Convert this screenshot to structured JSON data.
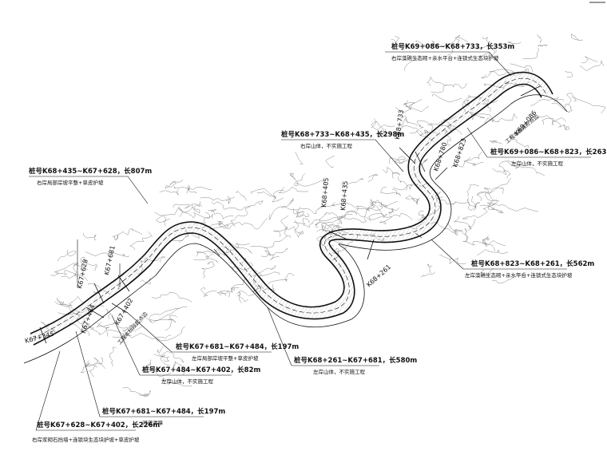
{
  "stakes": [
    {
      "key": "s1",
      "main": "桩号K69+086~K68+733，长353m",
      "sub": "右岸藻礁生态砌+亲水平台+连锁式生态块护坡"
    },
    {
      "key": "s2",
      "main": "桩号K68+733~K68+435，长298m",
      "sub": "右岸山体，不实施工程"
    },
    {
      "key": "s3",
      "main": "桩号K69+086~K68+823，长263m",
      "sub": "左岸山体，不实施工程"
    },
    {
      "key": "s4",
      "main": "桩号K68+435~K67+628，长807m",
      "sub": "右岸局部岸坡平整+草皮护坡"
    },
    {
      "key": "s5",
      "main": "桩号K68+823~K68+261，长562m",
      "sub": "左岸藻礁生态砌+亲水平台+连锁式生态块护坡"
    },
    {
      "key": "s6",
      "main": "桩号K67+681~K67+484，长197m",
      "sub": "左岸局部岸坡平整+草皮护坡"
    },
    {
      "key": "s7",
      "main": "桩号K68+261~K67+681，长580m",
      "sub": "左岸山体，不实施工程"
    },
    {
      "key": "s8",
      "main": "桩号K67+484~K67+402，长82m",
      "sub": "左岸山体，不实施工程"
    },
    {
      "key": "s9",
      "main": "桩号K67+681~K67+484，长197m",
      "sub": "河道清障"
    },
    {
      "key": "s10",
      "main": "桩号K67+628~K67+402，长226m",
      "sub": "右岸浆砌石挡墙+连锁块生态块护坡+草皮护坡"
    }
  ],
  "stations": [
    {
      "key": "k69086",
      "text": "K69+086"
    },
    {
      "key": "k68733",
      "text": "K68+733"
    },
    {
      "key": "k68823",
      "text": "K68+823"
    },
    {
      "key": "k68780",
      "text": "K68+780"
    },
    {
      "key": "k68435",
      "text": "K68+435"
    },
    {
      "key": "k68405",
      "text": "K68+405"
    },
    {
      "key": "k68261",
      "text": "K68+261"
    },
    {
      "key": "k67628",
      "text": "K67+628"
    },
    {
      "key": "k67681",
      "text": "K67+681"
    },
    {
      "key": "k67484",
      "text": "K67+484"
    },
    {
      "key": "k67402",
      "text": "K67+402"
    },
    {
      "key": "k67345",
      "text": "K67+345"
    }
  ],
  "notes": {
    "left_bank_note": "工程本标段终点边",
    "right_bank_note": "工程本标段起点边"
  }
}
